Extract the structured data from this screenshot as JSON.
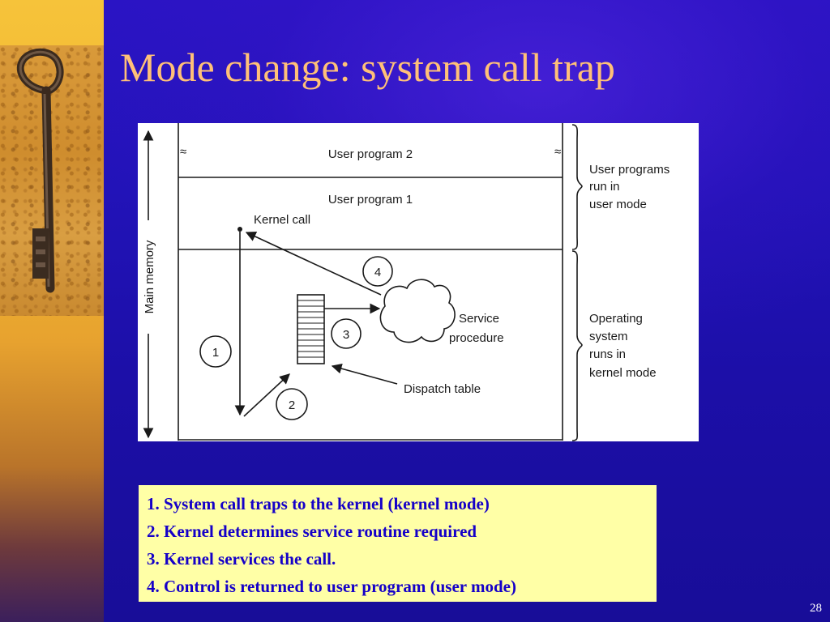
{
  "slide": {
    "title": "Mode change: system call trap",
    "page_number": "28"
  },
  "diagram": {
    "memory_label": "Main memory",
    "user_program_2": "User program 2",
    "user_program_1": "User program 1",
    "kernel_call": "Kernel call",
    "service_procedure_line1": "Service",
    "service_procedure_line2": "procedure",
    "dispatch_table": "Dispatch table",
    "user_mode_brace_lines": [
      "User programs",
      "run in",
      "user mode"
    ],
    "kernel_mode_brace_lines": [
      "Operating",
      "system",
      "runs in",
      "kernel mode"
    ],
    "break_symbol": "≈",
    "steps": [
      "1",
      "2",
      "3",
      "4"
    ]
  },
  "caption": {
    "lines": [
      "1. System call traps to the kernel (kernel mode)",
      "2. Kernel determines service routine required",
      "3. Kernel services the call.",
      "4. Control is returned to user program (user mode)"
    ]
  },
  "colors": {
    "background": "#1a0fb0",
    "title": "#ffc078",
    "caption_bg": "#ffffa6",
    "caption_text": "#1500c8"
  }
}
